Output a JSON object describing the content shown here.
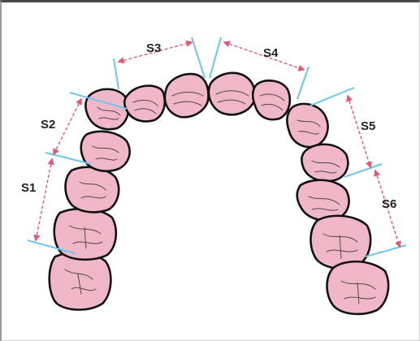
{
  "segments": [
    {
      "id": "S1",
      "label": "S1"
    },
    {
      "id": "S2",
      "label": "S2"
    },
    {
      "id": "S3",
      "label": "S3"
    },
    {
      "id": "S4",
      "label": "S4"
    },
    {
      "id": "S5",
      "label": "S5"
    },
    {
      "id": "S6",
      "label": "S6"
    }
  ],
  "colors": {
    "tooth_fill": "#f0b7c8",
    "outline": "#111111",
    "guide_line": "#6ec6ea",
    "measure_arrow": "#e05a78"
  }
}
